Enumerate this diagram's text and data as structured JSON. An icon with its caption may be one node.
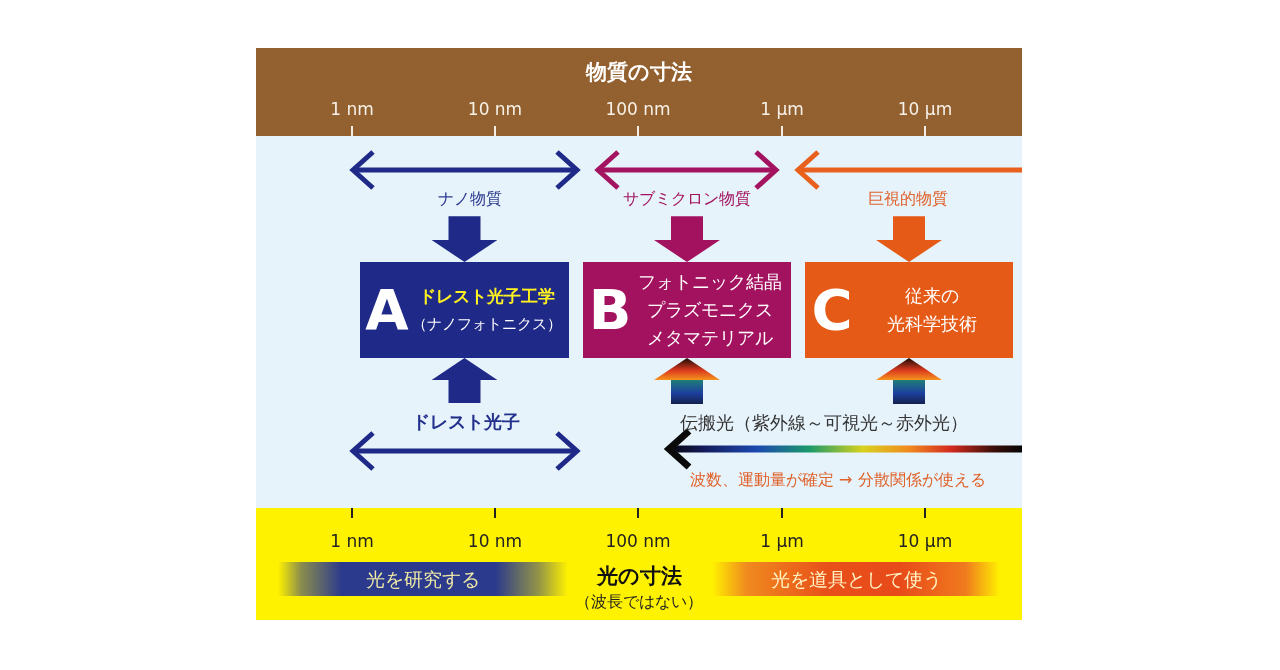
{
  "diagram": {
    "nodes": [
      {
        "text": [
          "物質の寸法"
        ]
      },
      {
        "text": [
          "ナノ物質"
        ]
      },
      {
        "text": [
          "サブミクロン物質"
        ]
      },
      {
        "text": [
          "巨視的物質"
        ]
      },
      {
        "text": [
          "A",
          "ドレスト光子工学",
          "（ナノフォトニクス）"
        ]
      },
      {
        "text": [
          "B",
          "フォトニック結晶",
          "プラズモニクス",
          "メタマテリアル"
        ]
      },
      {
        "text": [
          "C",
          "従来の光科学技術"
        ]
      },
      {
        "text": [
          "ドレスト光子"
        ]
      },
      {
        "text": [
          "伝搬光（紫外線～可視光～赤外光）"
        ]
      },
      {
        "text": [
          "光の寸法",
          "（波長ではない）"
        ]
      },
      {
        "text": [
          "光を研究する"
        ],
        "in": 9
      },
      {
        "text": [
          "光を道具として使う"
        ],
        "in": 9
      }
    ],
    "edges": [
      {
        "from": 1,
        "to": 4,
        "arrow": "to",
        "color": "#1f2a88"
      },
      {
        "from": 2,
        "to": 5,
        "arrow": "to",
        "color": "#a3125f"
      },
      {
        "from": 3,
        "to": 6,
        "arrow": "to",
        "color": "#e55a17"
      },
      {
        "from": 7,
        "to": 4,
        "arrow": "to",
        "color": "#1f2a88"
      },
      {
        "from": 8,
        "to": 5,
        "arrow": "to"
      },
      {
        "from": 8,
        "to": 6,
        "arrow": "to"
      }
    ],
    "labels": [
      "1 nm",
      "10 nm",
      "100 nm",
      "1 µm",
      "10 µm",
      "波数、運動量が確定 → 分散関係が使える",
      "1 nm",
      "10 nm",
      "100 nm",
      "1 µm",
      "10 µm"
    ]
  }
}
